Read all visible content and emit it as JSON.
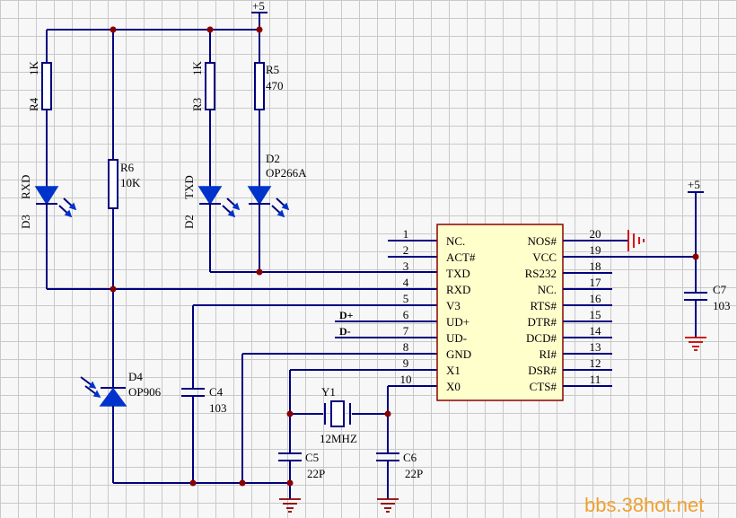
{
  "labels": {
    "vcc_top": "+5",
    "vcc_right": "+5",
    "d_plus": "D+",
    "d_minus": "D-"
  },
  "components": {
    "r4": {
      "ref": "R4",
      "value": "1K"
    },
    "d3": {
      "ref": "D3",
      "net": "RXD"
    },
    "r6": {
      "ref": "R6",
      "value": "10K"
    },
    "d4": {
      "ref": "D4",
      "value": "OP906"
    },
    "r3": {
      "ref": "R3",
      "value": "1K"
    },
    "d2_txd": {
      "ref": "D2",
      "net": "TXD"
    },
    "r5": {
      "ref": "R5",
      "value": "470"
    },
    "d2": {
      "ref": "D2",
      "value": "OP266A"
    },
    "c4": {
      "ref": "C4",
      "value": "103"
    },
    "y1": {
      "ref": "Y1",
      "value": "12MHZ"
    },
    "c5": {
      "ref": "C5",
      "value": "22P"
    },
    "c6": {
      "ref": "C6",
      "value": "22P"
    },
    "c7": {
      "ref": "C7",
      "value": "103"
    }
  },
  "ic": {
    "left_pins": [
      {
        "num": "1",
        "name": "NC."
      },
      {
        "num": "2",
        "name": "ACT#"
      },
      {
        "num": "3",
        "name": "TXD"
      },
      {
        "num": "4",
        "name": "RXD"
      },
      {
        "num": "5",
        "name": "V3"
      },
      {
        "num": "6",
        "name": "UD+"
      },
      {
        "num": "7",
        "name": "UD-"
      },
      {
        "num": "8",
        "name": "GND"
      },
      {
        "num": "9",
        "name": "X1"
      },
      {
        "num": "10",
        "name": "X0"
      }
    ],
    "right_pins": [
      {
        "num": "20",
        "name": "NOS#"
      },
      {
        "num": "19",
        "name": "VCC"
      },
      {
        "num": "18",
        "name": "RS232"
      },
      {
        "num": "17",
        "name": "NC."
      },
      {
        "num": "16",
        "name": "RTS#"
      },
      {
        "num": "15",
        "name": "DTR#"
      },
      {
        "num": "14",
        "name": "DCD#"
      },
      {
        "num": "13",
        "name": "RI#"
      },
      {
        "num": "12",
        "name": "DSR#"
      },
      {
        "num": "11",
        "name": "CTS#"
      }
    ]
  },
  "watermark": "bbs.38hot.net"
}
